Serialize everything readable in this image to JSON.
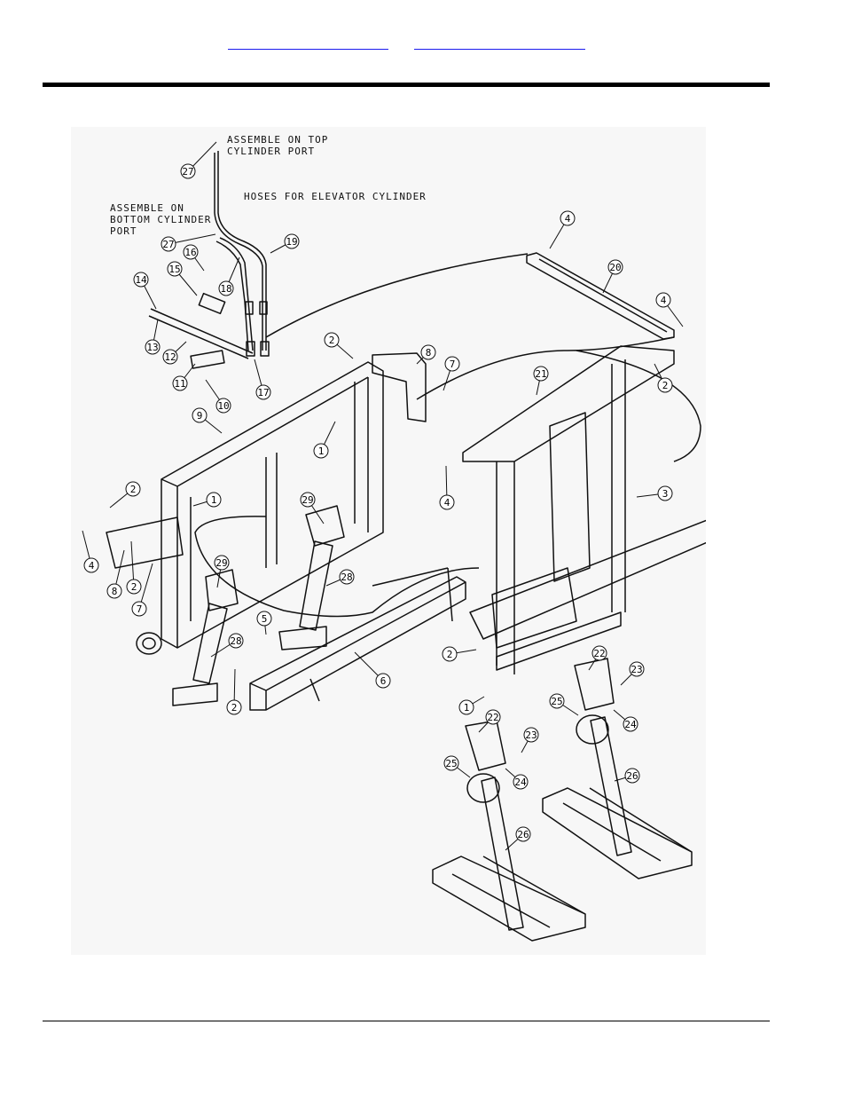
{
  "nav": {
    "link1": "",
    "link2": ""
  },
  "notes": {
    "top_port_line1": "ASSEMBLE ON TOP",
    "top_port_line2": "CYLINDER PORT",
    "hoses_title": "HOSES FOR ELEVATOR CYLINDER",
    "bottom_port_line1": "ASSEMBLE ON",
    "bottom_port_line2": "BOTTOM CYLINDER",
    "bottom_port_line3": "PORT"
  },
  "callouts": [
    "27",
    "27",
    "16",
    "15",
    "14",
    "13",
    "12",
    "11",
    "10",
    "17",
    "18",
    "19",
    "20",
    "4",
    "4",
    "2",
    "8",
    "7",
    "2",
    "21",
    "9",
    "1",
    "4",
    "3",
    "2",
    "4",
    "8",
    "2",
    "7",
    "29",
    "28",
    "1",
    "29",
    "28",
    "5",
    "6",
    "2",
    "2",
    "1",
    "22",
    "23",
    "25",
    "24",
    "22",
    "23",
    "25",
    "24",
    "26",
    "26"
  ]
}
